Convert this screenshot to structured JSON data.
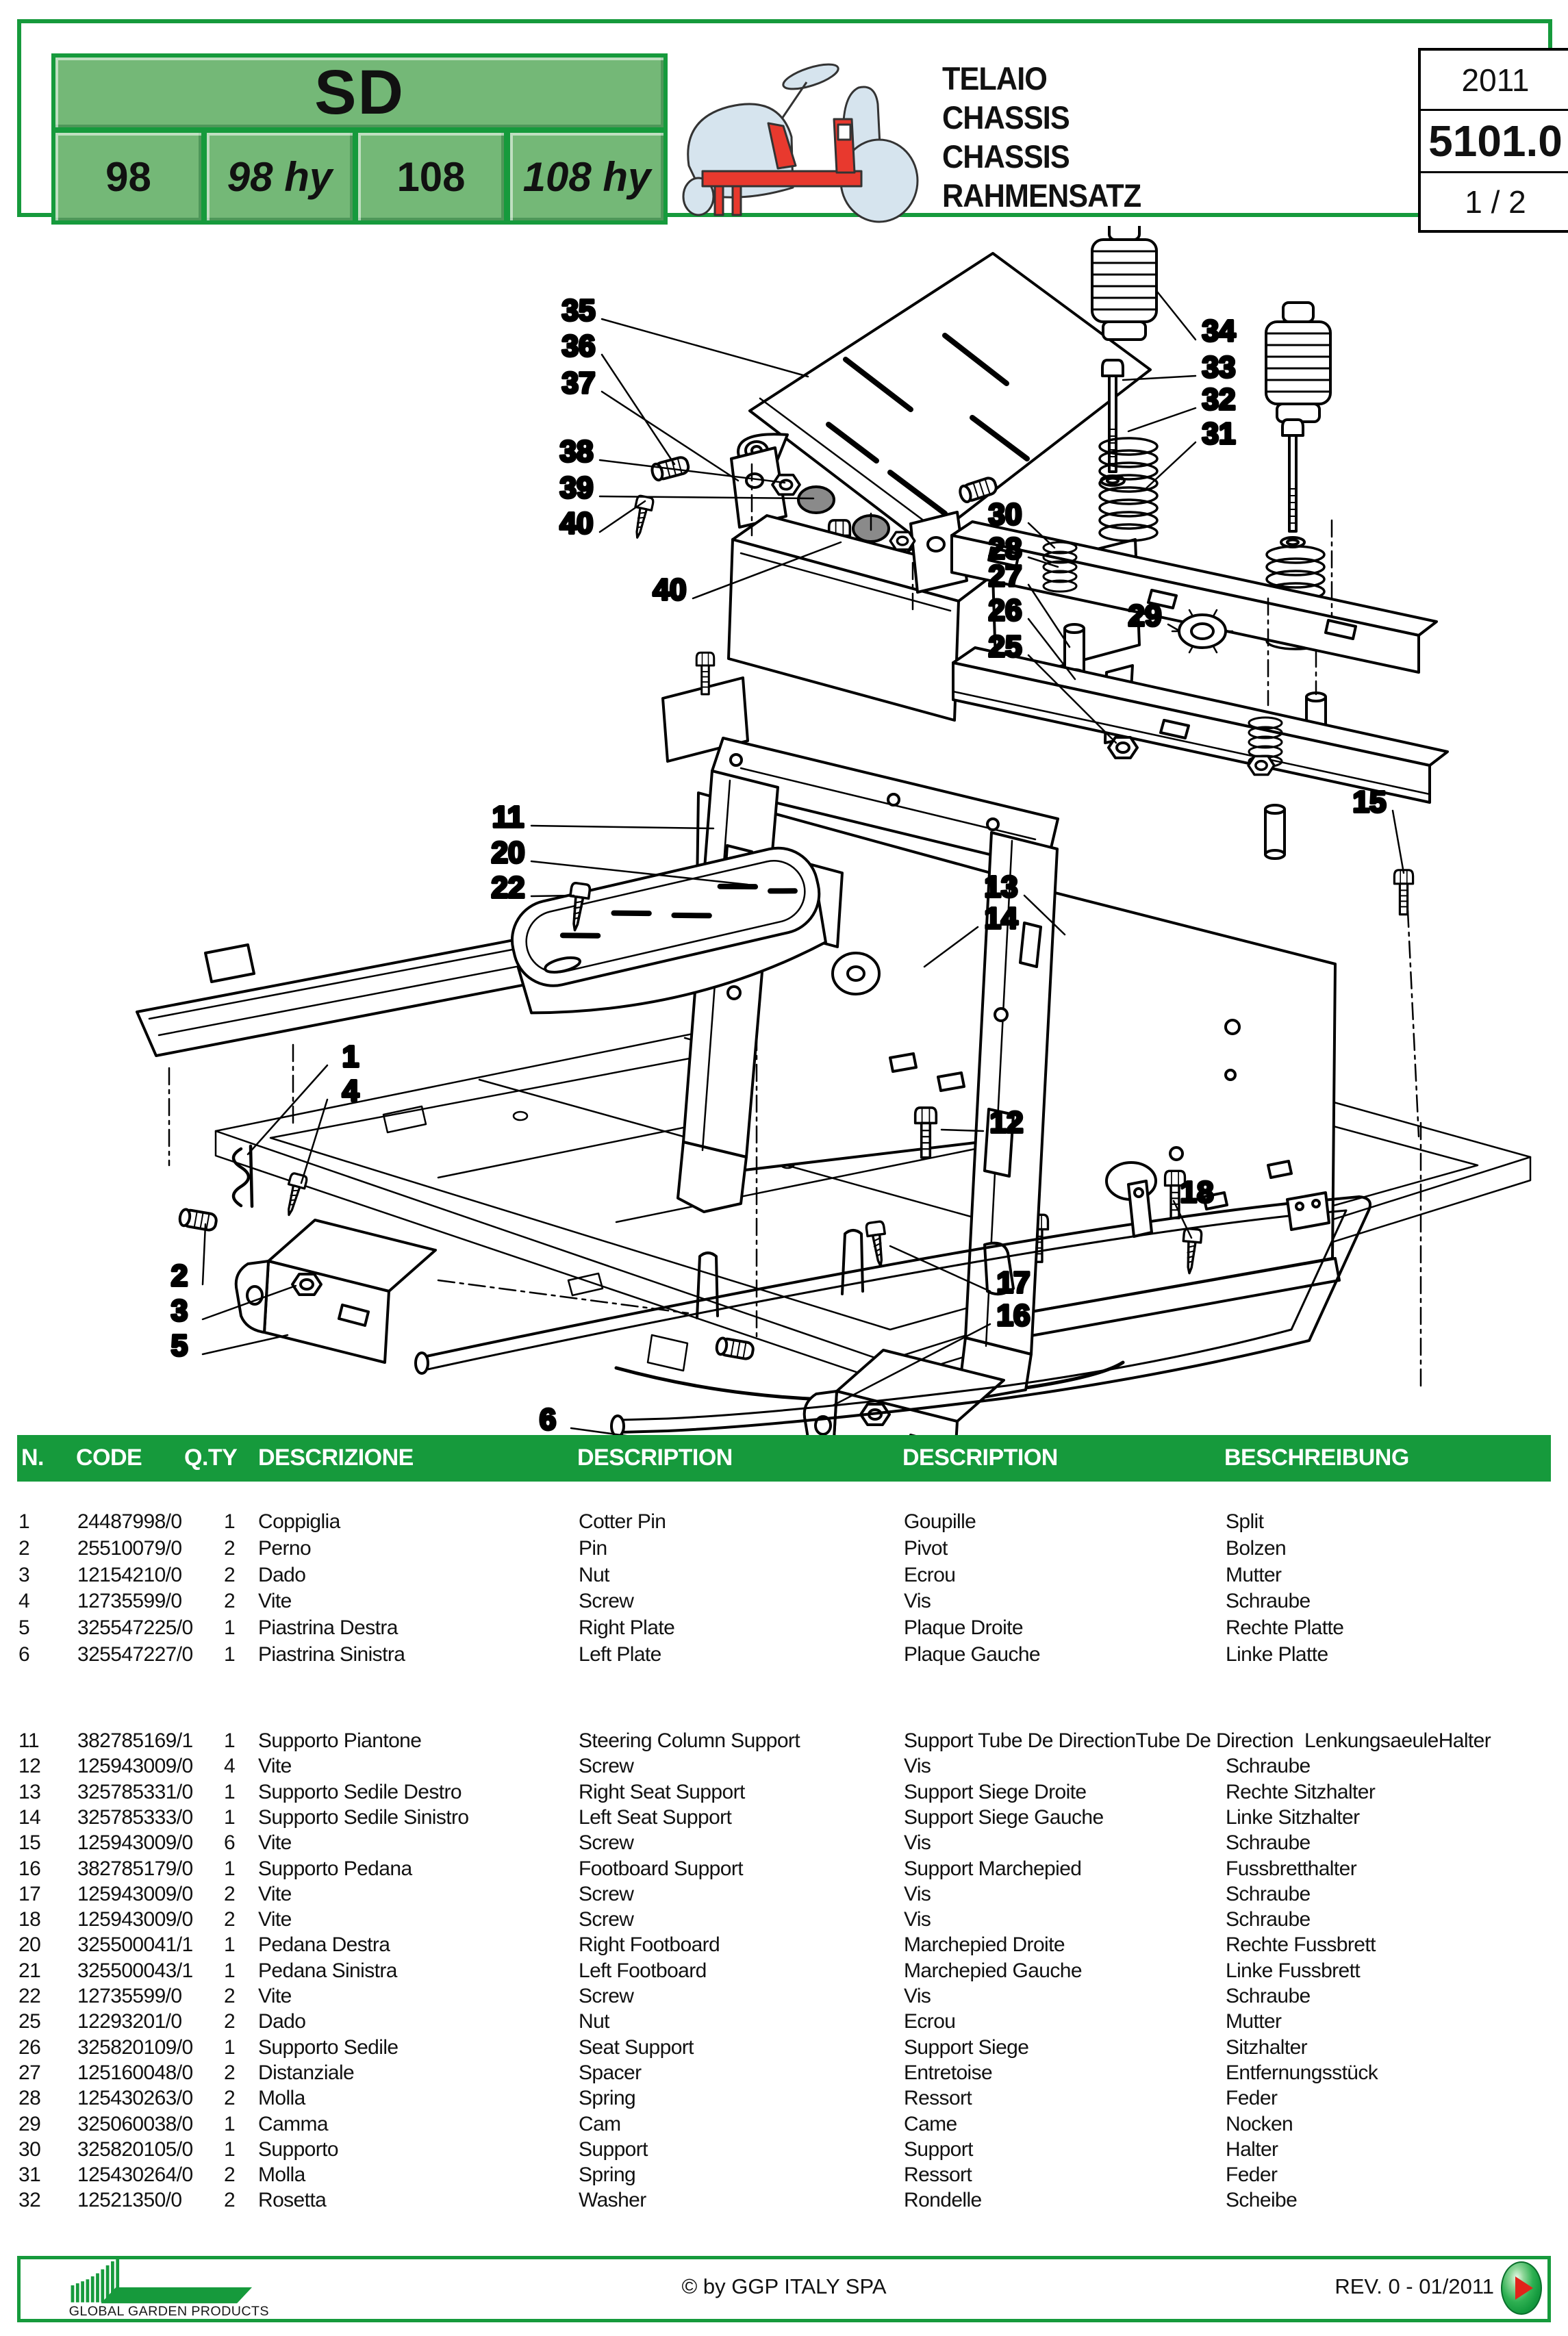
{
  "header": {
    "model_series": "SD",
    "models": [
      "98",
      "98 hy",
      "108",
      "108 hy"
    ],
    "titles": [
      "TELAIO",
      "CHASSIS",
      "CHASSIS",
      "RAHMENSATZ"
    ],
    "year": "2011",
    "table_code": "5101.0",
    "page_indicator": "1 / 2",
    "tractor_icon": "riding-mower-icon"
  },
  "diagram": {
    "callouts": [
      [
        "35",
        845,
        122,
        1180,
        220
      ],
      [
        "36",
        845,
        174,
        985,
        348
      ],
      [
        "37",
        845,
        228,
        1078,
        372
      ],
      [
        "38",
        842,
        328,
        1146,
        375
      ],
      [
        "39",
        842,
        381,
        1188,
        398
      ],
      [
        "40",
        842,
        433,
        942,
        402
      ],
      [
        "40",
        978,
        530,
        1228,
        462
      ],
      [
        "34",
        1780,
        152,
        1690,
        96
      ],
      [
        "33",
        1780,
        205,
        1640,
        225
      ],
      [
        "32",
        1780,
        252,
        1648,
        300
      ],
      [
        "31",
        1780,
        302,
        1672,
        385
      ],
      [
        "30",
        1468,
        420,
        1540,
        470
      ],
      [
        "28",
        1468,
        470,
        1545,
        498
      ],
      [
        "27",
        1468,
        510,
        1562,
        615
      ],
      [
        "26",
        1468,
        560,
        1570,
        662
      ],
      [
        "25",
        1468,
        613,
        1630,
        755
      ],
      [
        "29",
        1672,
        568,
        1720,
        590
      ],
      [
        "15",
        2000,
        840,
        2050,
        945
      ],
      [
        "11",
        742,
        862,
        1042,
        880
      ],
      [
        "20",
        742,
        914,
        1092,
        962
      ],
      [
        "22",
        742,
        965,
        838,
        978
      ],
      [
        "13",
        1462,
        964,
        1555,
        1035
      ],
      [
        "14",
        1462,
        1010,
        1350,
        1082
      ],
      [
        "12",
        1470,
        1308,
        1375,
        1320
      ],
      [
        "18",
        1748,
        1410,
        1740,
        1478
      ],
      [
        "17",
        1480,
        1542,
        1300,
        1490
      ],
      [
        "16",
        1480,
        1590,
        1218,
        1722
      ],
      [
        "1",
        512,
        1212,
        362,
        1356
      ],
      [
        "4",
        512,
        1262,
        440,
        1398
      ],
      [
        "2",
        262,
        1532,
        300,
        1458
      ],
      [
        "3",
        262,
        1583,
        432,
        1548
      ],
      [
        "5",
        262,
        1634,
        420,
        1620
      ],
      [
        "6",
        800,
        1742,
        1300,
        1820
      ]
    ]
  },
  "table": {
    "columns": [
      "N.",
      "CODE",
      "Q.TY",
      "DESCRIZIONE",
      "DESCRIPTION",
      "DESCRIPTION",
      "BESCHREIBUNG"
    ],
    "rows_a": [
      [
        "1",
        "24487998/0",
        "1",
        "Coppiglia",
        "Cotter Pin",
        "Goupille",
        "Split"
      ],
      [
        "2",
        "25510079/0",
        "2",
        "Perno",
        "Pin",
        "Pivot",
        "Bolzen"
      ],
      [
        "3",
        "12154210/0",
        "2",
        "Dado",
        "Nut",
        "Ecrou",
        "Mutter"
      ],
      [
        "4",
        "12735599/0",
        "2",
        "Vite",
        "Screw",
        "Vis",
        "Schraube"
      ],
      [
        "5",
        "325547225/0",
        "1",
        "Piastrina Destra",
        "Right Plate",
        "Plaque Droite",
        "Rechte Platte"
      ],
      [
        "6",
        "325547227/0",
        "1",
        "Piastrina Sinistra",
        "Left Plate",
        "Plaque Gauche",
        "Linke Platte"
      ]
    ],
    "rows_b": [
      [
        "11",
        "382785169/1",
        "1",
        "Supporto Piantone",
        "Steering Column Support",
        "Support Tube De DirectionTube De Direction",
        "LenkungsaeuleHalter"
      ],
      [
        "12",
        "125943009/0",
        "4",
        "Vite",
        "Screw",
        "Vis",
        "Schraube"
      ],
      [
        "13",
        "325785331/0",
        "1",
        "Supporto Sedile Destro",
        "Right Seat Support",
        "Support Siege Droite",
        "Rechte Sitzhalter"
      ],
      [
        "14",
        "325785333/0",
        "1",
        "Supporto Sedile Sinistro",
        "Left Seat Support",
        "Support Siege Gauche",
        "Linke Sitzhalter"
      ],
      [
        "15",
        "125943009/0",
        "6",
        "Vite",
        "Screw",
        "Vis",
        "Schraube"
      ],
      [
        "16",
        "382785179/0",
        "1",
        "Supporto Pedana",
        "Footboard Support",
        "Support Marchepied",
        "Fussbretthalter"
      ],
      [
        "17",
        "125943009/0",
        "2",
        "Vite",
        "Screw",
        "Vis",
        "Schraube"
      ],
      [
        "18",
        "125943009/0",
        "2",
        "Vite",
        "Screw",
        "Vis",
        "Schraube"
      ],
      [
        "20",
        "325500041/1",
        "1",
        "Pedana Destra",
        "Right Footboard",
        "Marchepied Droite",
        "Rechte Fussbrett"
      ],
      [
        "21",
        "325500043/1",
        "1",
        "Pedana Sinistra",
        "Left Footboard",
        "Marchepied Gauche",
        "Linke Fussbrett"
      ],
      [
        "22",
        "12735599/0",
        "2",
        "Vite",
        "Screw",
        "Vis",
        "Schraube"
      ],
      [
        "25",
        "12293201/0",
        "2",
        "Dado",
        "Nut",
        "Ecrou",
        "Mutter"
      ],
      [
        "26",
        "325820109/0",
        "1",
        "Supporto Sedile",
        "Seat Support",
        "Support Siege",
        "Sitzhalter"
      ],
      [
        "27",
        "125160048/0",
        "2",
        "Distanziale",
        "Spacer",
        "Entretoise",
        "Entfernungsstück"
      ],
      [
        "28",
        "125430263/0",
        "2",
        "Molla",
        "Spring",
        "Ressort",
        "Feder"
      ],
      [
        "29",
        "325060038/0",
        "1",
        "Camma",
        "Cam",
        "Came",
        "Nocken"
      ],
      [
        "30",
        "325820105/0",
        "1",
        "Supporto",
        "Support",
        "Support",
        "Halter"
      ],
      [
        "31",
        "125430264/0",
        "2",
        "Molla",
        "Spring",
        "Ressort",
        "Feder"
      ],
      [
        "32",
        "12521350/0",
        "2",
        "Rosetta",
        "Washer",
        "Rondelle",
        "Scheibe"
      ]
    ]
  },
  "footer": {
    "logo_text": "GLOBAL GARDEN PRODUCTS",
    "copyright": "© by GGP ITALY SPA",
    "revision": "REV. 0 - 01/2011",
    "nav_icon": "play-next-icon"
  },
  "colors": {
    "accent_green": "#169a3c",
    "panel_green": "#74b877",
    "tractor_red": "#e8392e",
    "tractor_blue": "#d6e4ee",
    "play_red": "#e2231a"
  }
}
